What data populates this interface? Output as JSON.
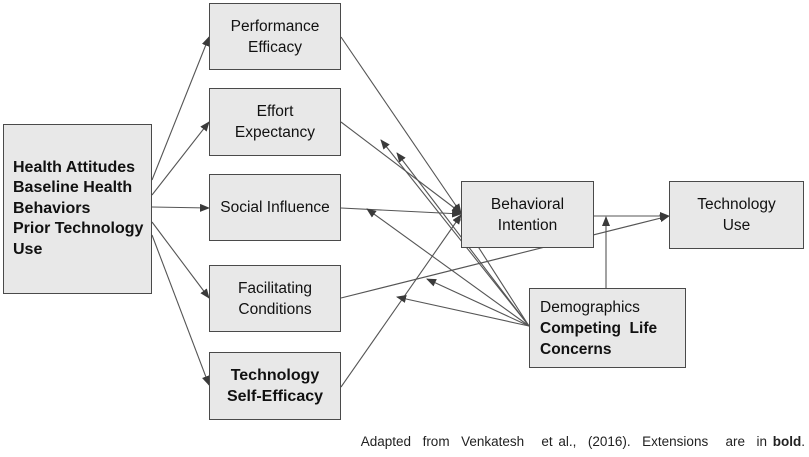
{
  "boxes": {
    "antecedents": [
      "Health Attitudes",
      "Baseline Health",
      "Behaviors",
      "Prior Technology",
      "Use"
    ],
    "performance_efficacy": [
      "Performance",
      "Efficacy"
    ],
    "effort_expectancy": [
      "Effort",
      "Expectancy"
    ],
    "social_influence": [
      "Social Influence"
    ],
    "facilitating_conditions": [
      "Facilitating",
      "Conditions"
    ],
    "technology_self_efficacy": [
      "Technology",
      "Self-Efficacy"
    ],
    "behavioral_intention": [
      "Behavioral",
      "Intention"
    ],
    "technology_use": [
      "Technology",
      "Use"
    ],
    "moderators": {
      "plain": "Demographics",
      "bold": [
        "Competing  Life",
        "Concerns"
      ]
    }
  },
  "caption": {
    "text": "Adapted  from  Venkatesh   et al.,  (2016).  Extensions   are  in ",
    "bold": "bold",
    "end": "."
  }
}
